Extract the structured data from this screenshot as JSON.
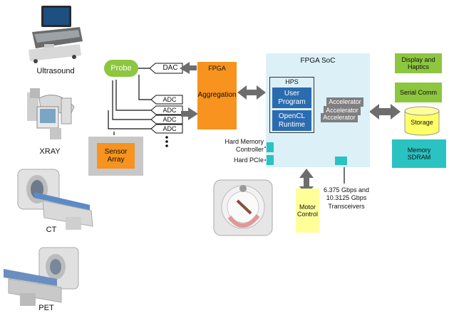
{
  "modalities": {
    "ultrasound": "Ultrasound",
    "xray": "XRAY",
    "ct": "CT",
    "pet": "PET"
  },
  "probe": "Probe",
  "dac": "DAC",
  "adc_labels": [
    "ADC",
    "ADC",
    "ADC",
    "ADC"
  ],
  "sensor_array": "Sensor\nArray",
  "fpga": {
    "title": "FPGA",
    "aggregation": "Aggregation"
  },
  "fpga_soc": {
    "title": "FPGA SoC",
    "hps": "HPS",
    "user_program": "User\nProgram",
    "opencl_runtime": "OpenCL\nRuntime",
    "accelerators": [
      "Accelerator",
      "Accelerator",
      "Accelerator"
    ]
  },
  "hard_memory_controller": "Hard Memory\nController",
  "hard_pcie": "Hard PCIe",
  "transceivers": "6.375 Gbps and\n10.3125 Gbps\nTransceivers",
  "motor_control": "Motor\nControl",
  "right_blocks": {
    "display": "Display and\nHaptics",
    "serial": "Serial Comm",
    "storage": "Storage",
    "memory": "Memory\nSDRAM"
  },
  "colors": {
    "green": "#8dc63f",
    "orange": "#f7931e",
    "soc_bg": "#dcf0f8",
    "blue": "#2b6cb0",
    "gray_block": "#7f7f7f",
    "teal": "#2bc2c2",
    "yellow": "#ffff99",
    "storage_yellow": "#ffff66",
    "sensor_gray": "#c8c8c8",
    "sensor_orange": "#f7931e"
  }
}
